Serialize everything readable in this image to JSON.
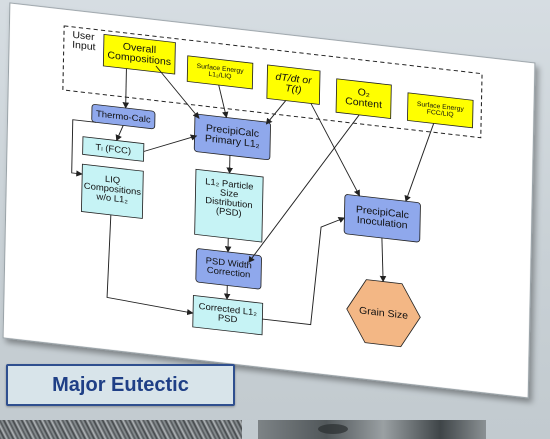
{
  "diagram": {
    "user_input_label": [
      "User",
      "Input"
    ],
    "inputs": {
      "overall_compositions": [
        "Overall",
        "Compositions"
      ],
      "surface_energy_l12": [
        "Surface Energy",
        "L1₂/LIQ"
      ],
      "cooling_rate": [
        "dT/dt or",
        "T(t)"
      ],
      "o2_content": [
        "O₂",
        "Content"
      ],
      "surface_energy_fcc": [
        "Surface Energy",
        "FCC/LIQ"
      ]
    },
    "nodes": {
      "thermo_calc": [
        "Thermo-Calc"
      ],
      "tl_fcc": [
        "Tₗ (FCC)"
      ],
      "liq_compositions": [
        "LIQ",
        "Compositions",
        "w/o L1₂"
      ],
      "precipicalc_primary": [
        "PrecipiCalc",
        "Primary L1₂"
      ],
      "particle_size_dist": [
        "L1₂ Particle",
        "Size",
        "Distribution",
        "(PSD)"
      ],
      "psd_width_correction": [
        "PSD Width",
        "Correction"
      ],
      "corrected_psd": [
        "Corrected L1₂",
        "PSD"
      ],
      "precipicalc_inoculation": [
        "PrecipiCalc",
        "Inoculation"
      ],
      "grain_size": [
        "Grain Size"
      ]
    }
  },
  "section_badge": {
    "label": "Major Eutectic"
  },
  "colors": {
    "input_fill": "#ffff00",
    "model_fill": "#8fa8ec",
    "result_fill": "#c6f3f5",
    "grain_fill": "#f3b785",
    "badge_text": "#1f3f86"
  }
}
